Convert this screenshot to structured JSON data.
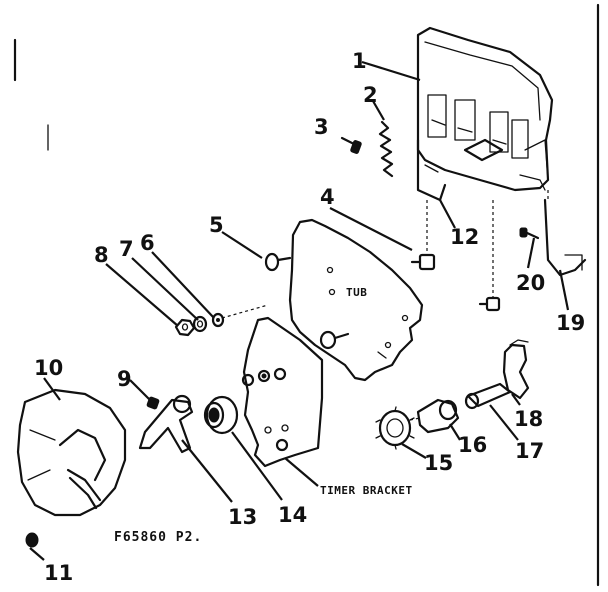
{
  "diagram": {
    "callouts": {
      "c1": "1",
      "c2": "2",
      "c3": "3",
      "c4": "4",
      "c5": "5",
      "c6": "6",
      "c7": "7",
      "c8": "8",
      "c9": "9",
      "c10": "10",
      "c11": "11",
      "c12": "12",
      "c13": "13",
      "c14": "14",
      "c15": "15",
      "c16": "16",
      "c17": "17",
      "c18": "18",
      "c19": "19",
      "c20": "20"
    },
    "labels": {
      "tub": "TUB",
      "timer_bracket": "TIMER BRACKET"
    },
    "figure_code": "F65860 P2."
  }
}
